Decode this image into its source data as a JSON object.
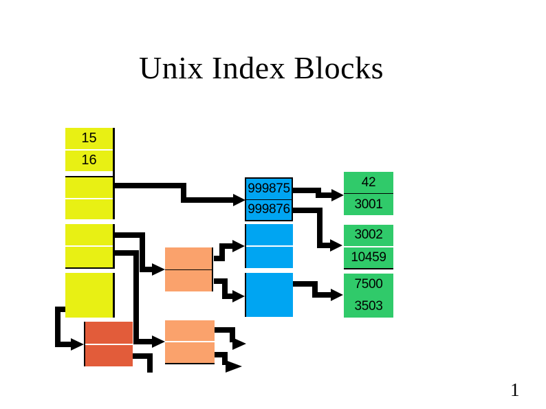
{
  "title": "Unix Index Blocks",
  "page_number": "1",
  "colors": {
    "yellow": "#E8F014",
    "blue": "#00A5F2",
    "green": "#30CA6A",
    "salmon": "#FAA26C",
    "dark_orange": "#E25C3A",
    "arrow": "#000000",
    "background": "#FFFFFF"
  },
  "blocks": {
    "inode_direct": {
      "cells": [
        "15",
        "16"
      ]
    },
    "indirect_1": {
      "cells": [
        "999875",
        "999876"
      ]
    },
    "data_1": {
      "cells": [
        "42",
        "3001"
      ]
    },
    "data_2": {
      "cells": [
        "3002",
        "10459"
      ]
    },
    "data_3": {
      "cells": [
        "7500",
        "3503"
      ]
    }
  }
}
